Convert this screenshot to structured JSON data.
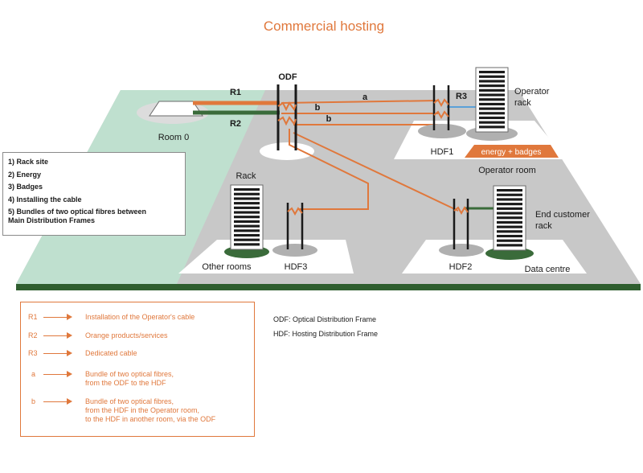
{
  "title": "Commercial hosting",
  "diagram": {
    "odf_label": "ODF",
    "r1": "R1",
    "r2": "R2",
    "r3": "R3",
    "a": "a",
    "b1": "b",
    "b2": "b",
    "room0": "Room 0",
    "rack": "Rack",
    "hdf1": "HDF1",
    "hdf2": "HDF2",
    "hdf3": "HDF3",
    "energy_badges": "energy + badges",
    "operator_rack_1": "Operator",
    "operator_rack_2": "rack",
    "operator_room": "Operator room",
    "end_customer_1": "End customer",
    "end_customer_2": "rack",
    "other_rooms": "Other rooms",
    "data_centre": "Data centre"
  },
  "steps": [
    "1) Rack site",
    "2) Energy",
    "3) Badges",
    "4) Installing the cable",
    "5) Bundles of two optical fibres between",
    "Main Distribution Frames"
  ],
  "key": [
    {
      "code": "R1",
      "text": "Installation of the Operator's cable"
    },
    {
      "code": "R2",
      "text": "Orange products/services"
    },
    {
      "code": "R3",
      "text": "Dedicated cable"
    },
    {
      "code": "a",
      "text": "Bundle of two optical fibres,\nfrom the ODF to the HDF"
    },
    {
      "code": "b",
      "text": "Bundle of two optical fibres,\nfrom the HDF in the Operator room,\nto the HDF in another room, via the ODF"
    }
  ],
  "notes": [
    "ODF: Optical Distribution Frame",
    "HDF: Hosting Distribution Frame"
  ],
  "colors": {
    "orange": "#e0783c",
    "green": "#3a6b3a",
    "floor": "#c8c8c8",
    "mint": "#bfe0cf",
    "blue": "#5aa0d8"
  }
}
